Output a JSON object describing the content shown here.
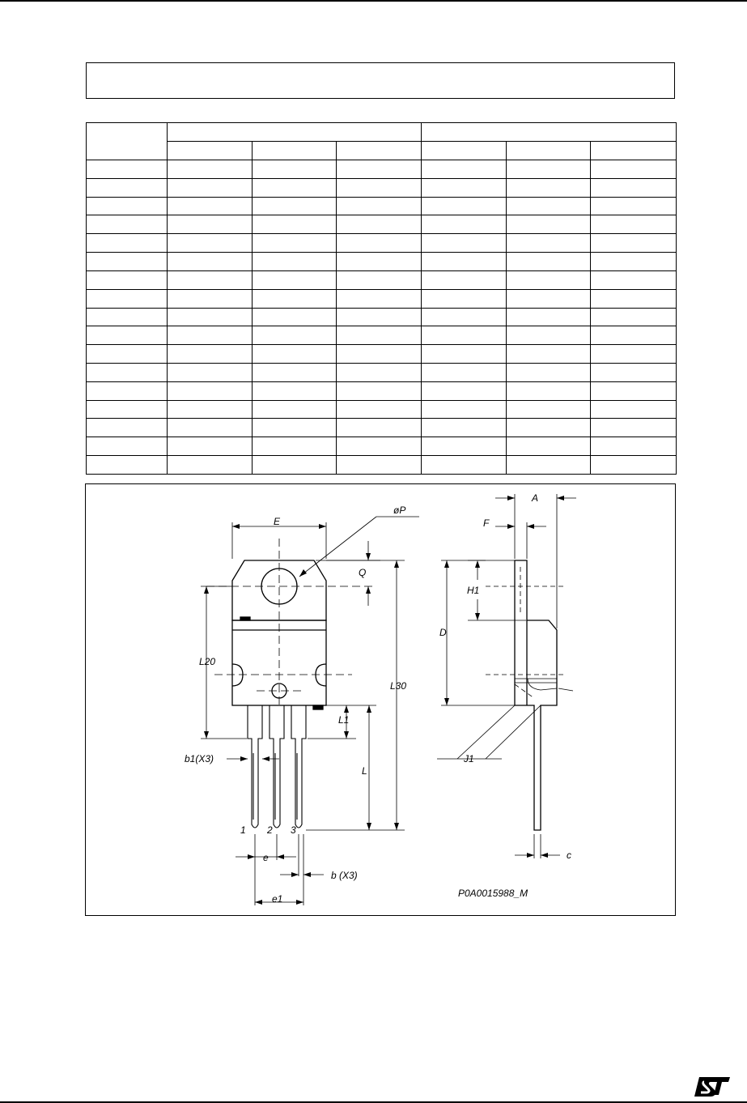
{
  "drawing": {
    "labels": {
      "E": "E",
      "oP": "øP",
      "Q": "Q",
      "L20": "L20",
      "L30": "L30",
      "L1": "L1",
      "b1": "b1(X3)",
      "L": "L",
      "pin1": "1",
      "pin2": "2",
      "pin3": "3",
      "e": "e",
      "b": "b  (X3)",
      "e1": "e1",
      "A": "A",
      "F": "F",
      "H1": "H1",
      "D": "D",
      "J1": "J1",
      "c": "c",
      "code": "P0A0015988_M"
    }
  },
  "logo": {
    "name": "st-logo-icon"
  },
  "table": {
    "rows": 17,
    "header_rows": 2
  }
}
